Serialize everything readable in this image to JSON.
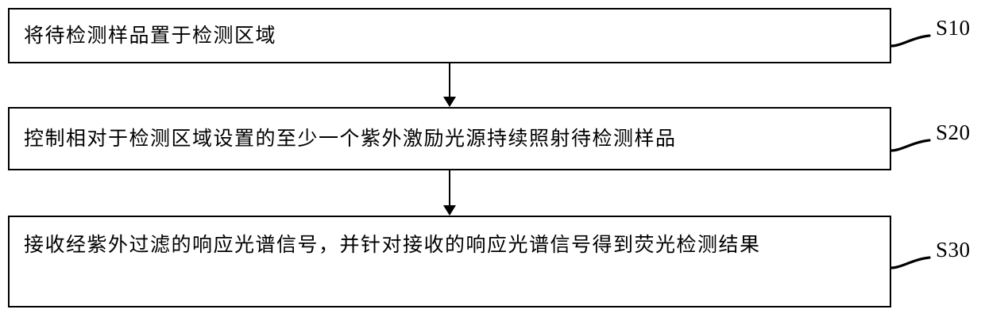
{
  "diagram": {
    "type": "patent-flowchart",
    "orientation": "vertical",
    "background_color": "#ffffff",
    "line_color": "#000000",
    "steps": [
      {
        "ref": "S10",
        "text": "将待检测样品置于检测区域",
        "lines": 1
      },
      {
        "ref": "S20",
        "text": "控制相对于检测区域设置的至少一个紫外激励光源持续照射待检测样品",
        "lines": 1
      },
      {
        "ref": "S30",
        "text": "接收经紫外过滤的响应光谱信号，并针对接收的响应光谱信号得到荧光检测结果",
        "lines": 2
      }
    ],
    "connectors": [
      {
        "name": "arrow-s10-to-s20",
        "direction": "down"
      },
      {
        "name": "arrow-s20-to-s30",
        "direction": "down"
      }
    ]
  }
}
